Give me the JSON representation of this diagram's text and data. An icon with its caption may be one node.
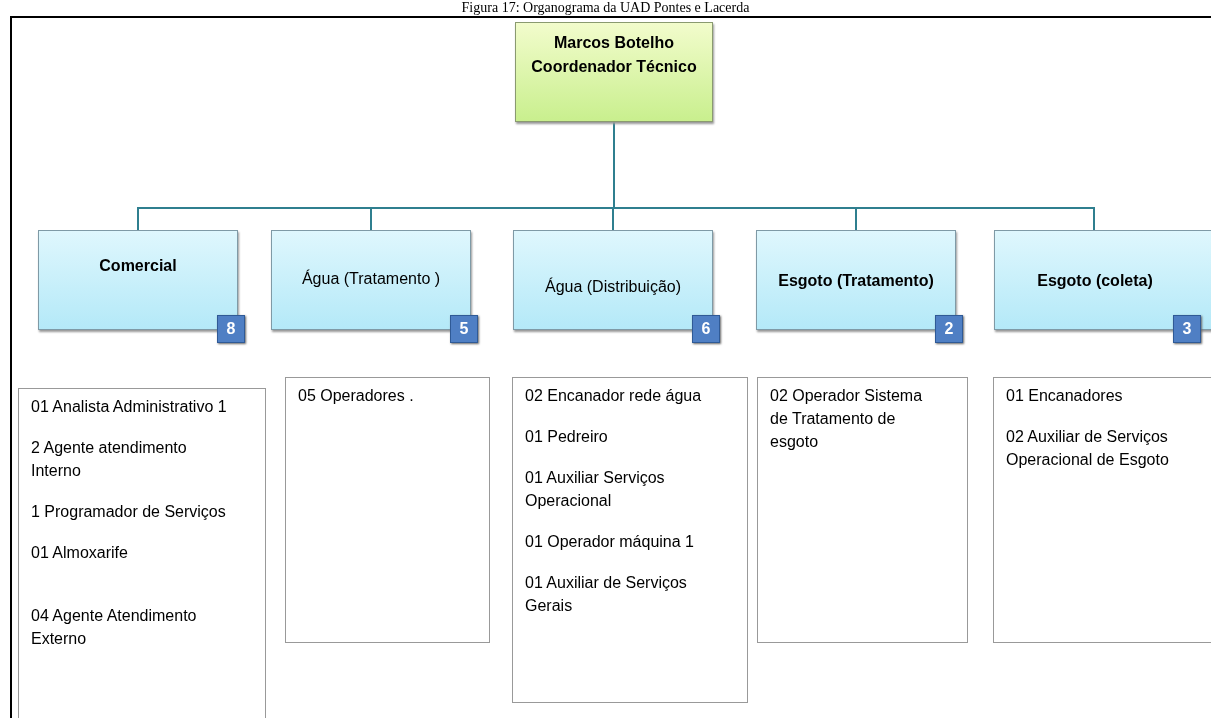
{
  "diagram": {
    "title": "Figura 17: Organograma da UAD Pontes e Lacerda",
    "nodes": [
      {
        "text": [
          "Marcos Botelho Coordenador Técnico"
        ]
      },
      {
        "text": [
          "Comercial",
          "8"
        ]
      },
      {
        "text": [
          "Água (Tratamento )",
          "5"
        ]
      },
      {
        "text": [
          "Água (Distribuição)",
          "6"
        ]
      },
      {
        "text": [
          "Esgoto (Tratamento)",
          "2"
        ]
      },
      {
        "text": [
          "Esgoto (coleta)",
          "3"
        ]
      },
      {
        "text": [
          "01  Analista Administrativo 1",
          "2    Agente atendimento Interno",
          "1 Programador de Serviços",
          "01  Almoxarife",
          "04  Agente Atendimento Externo"
        ]
      },
      {
        "text": [
          "05 Operadores ."
        ]
      },
      {
        "text": [
          "02  Encanador  rede água",
          "01 Pedreiro",
          "01 Auxiliar Serviços Operacional",
          "01 Operador  máquina 1",
          "01  Auxiliar de Serviços Gerais"
        ]
      },
      {
        "text": [
          "02 Operador Sistema de Tratamento de esgoto"
        ]
      },
      {
        "text": [
          "01 Encanadores",
          "02 Auxiliar de Serviços Operacional de Esgoto"
        ]
      }
    ],
    "edges": [
      {
        "from": 0,
        "to": 1,
        "arrow": "none"
      },
      {
        "from": 0,
        "to": 2,
        "arrow": "none"
      },
      {
        "from": 0,
        "to": 3,
        "arrow": "none"
      },
      {
        "from": 0,
        "to": 4,
        "arrow": "none"
      },
      {
        "from": 0,
        "to": 5,
        "arrow": "none"
      }
    ]
  }
}
